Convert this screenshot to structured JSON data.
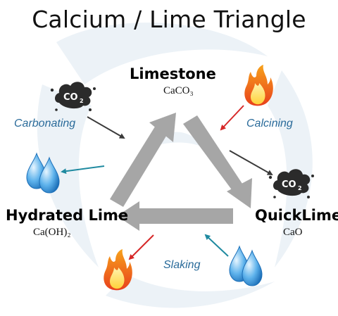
{
  "title": "Calcium / Lime Triangle",
  "nodes": {
    "limestone": {
      "name": "Limestone",
      "formula": "CaCO₃"
    },
    "quicklime": {
      "name": "QuickLime",
      "formula": "CaO"
    },
    "hydrated": {
      "name": "Hydrated Lime",
      "formula": "Ca(OH)₂"
    }
  },
  "processes": {
    "carbonating": "Carbonating",
    "calcining": "Calcining",
    "slaking": "Slaking"
  },
  "icons": {
    "co2_label": "CO",
    "co2_sub": "2",
    "flame": "flame-icon",
    "water": "water-drops-icon",
    "cloud": "co2-cloud-icon"
  },
  "colors": {
    "triangle_arrow": "#a6a6a6",
    "process_text": "#2a6b9a",
    "red_arrow": "#d62828",
    "blue_arrow": "#1f8aa0",
    "dark_arrow": "#3a3a3a",
    "background_swirl": "#e6eef5"
  }
}
